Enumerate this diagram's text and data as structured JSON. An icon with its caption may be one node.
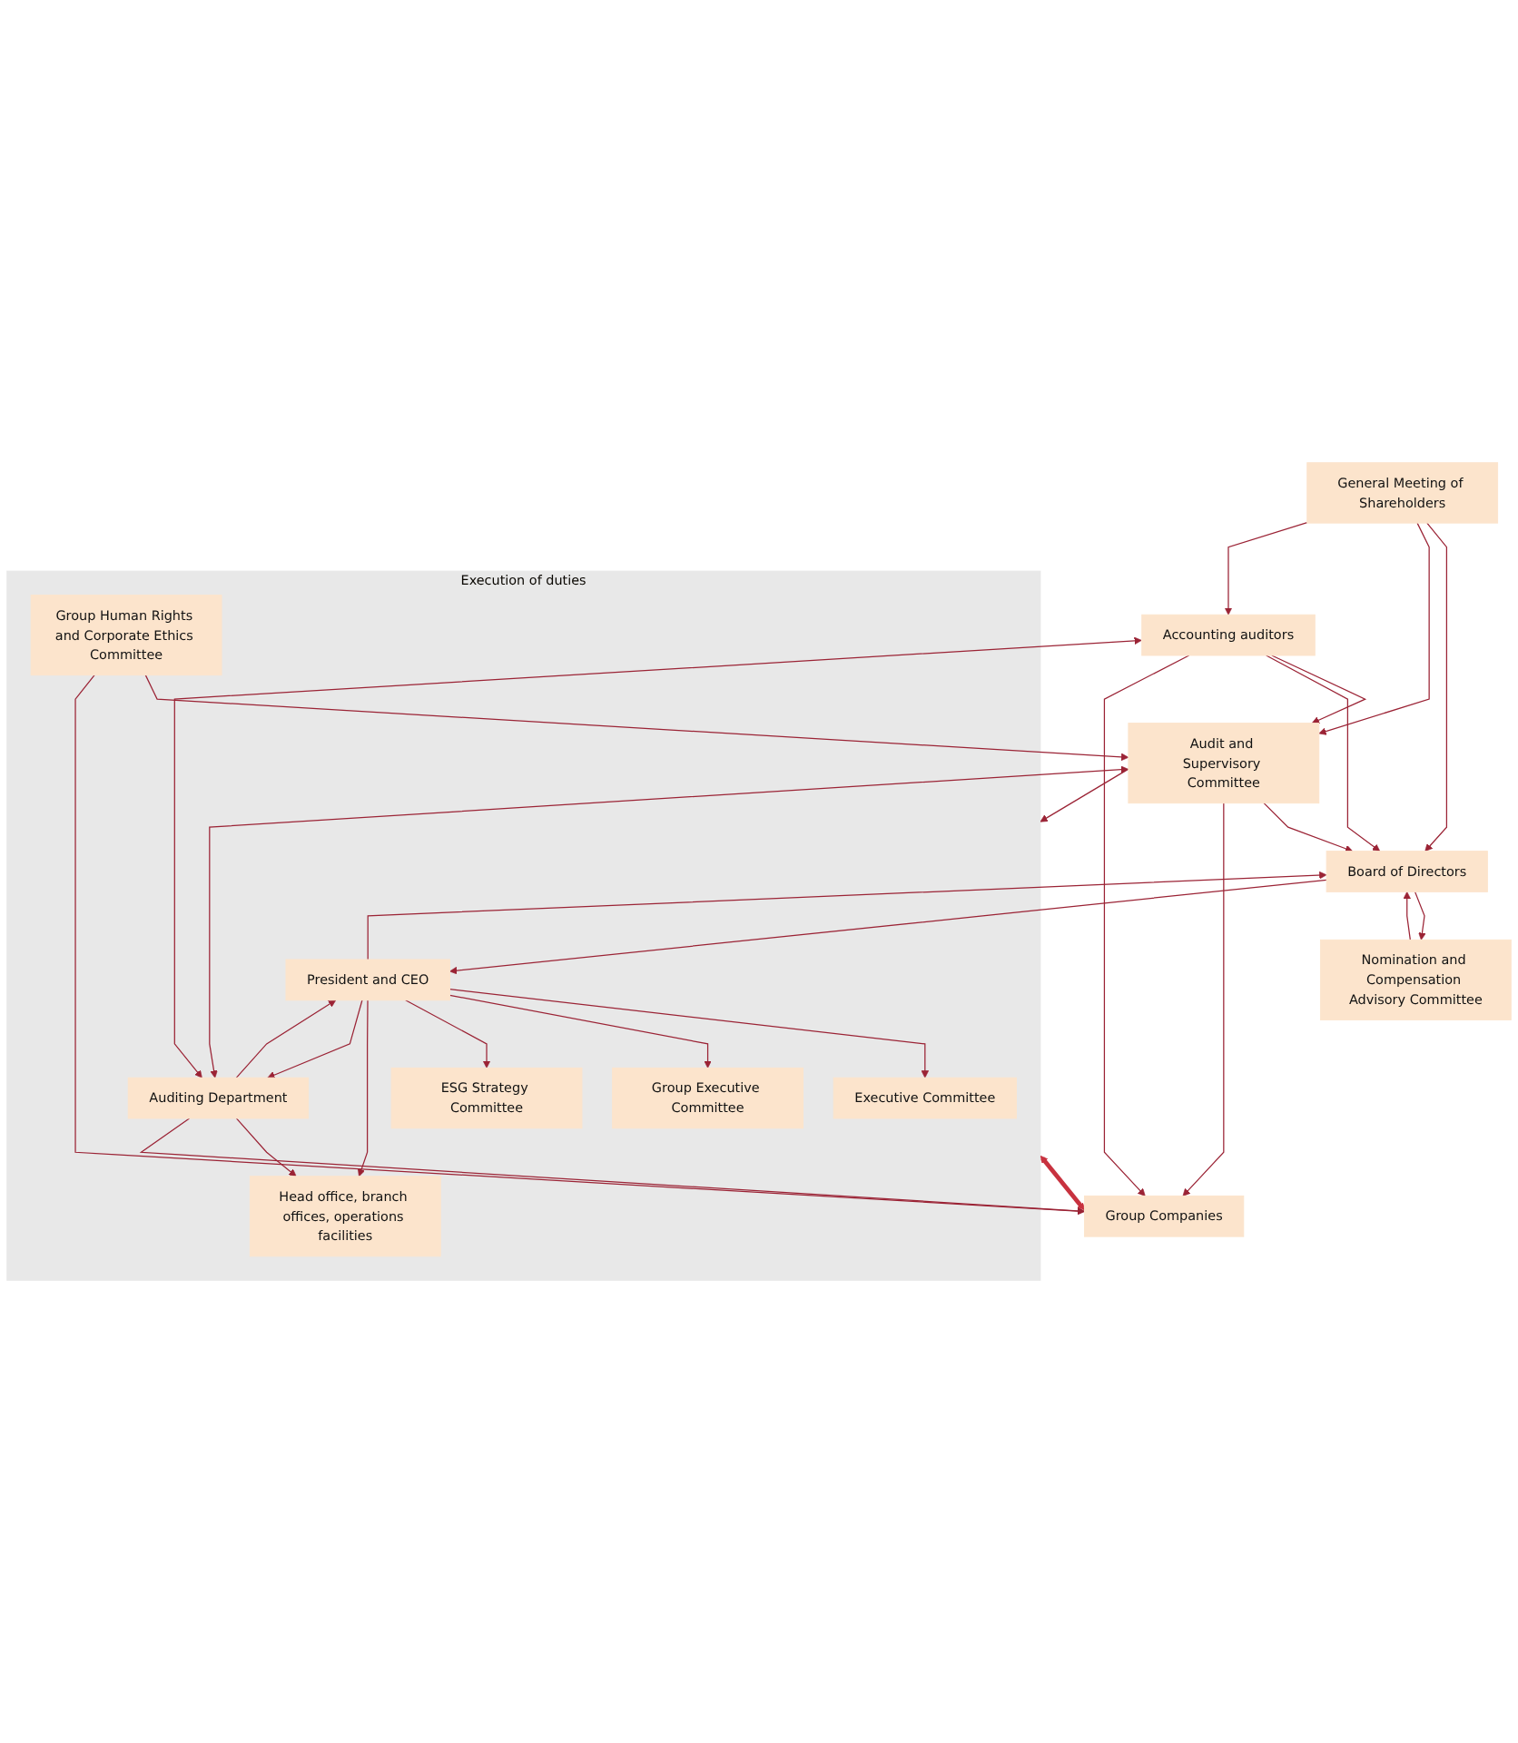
{
  "diagram": {
    "nodes": [
      {
        "text": [
          "General Meeting of Shareholders"
        ]
      },
      {
        "text": [
          "Nomination and Compensation Advisory Committee"
        ]
      },
      {
        "text": [
          "Board of Directors"
        ]
      },
      {
        "text": [
          "Audit and Supervisory Committee"
        ]
      },
      {
        "text": [
          "Execution of duties"
        ]
      },
      {
        "text": [
          "President and CEO"
        ],
        "in": 4
      },
      {
        "text": [
          "Executive Committee"
        ],
        "in": 4
      },
      {
        "text": [
          "Group Executive Committee"
        ],
        "in": 4
      },
      {
        "text": [
          "ESG Strategy Committee"
        ],
        "in": 4
      },
      {
        "text": [
          "Head office, branch offices, operations facilities"
        ],
        "in": 4
      },
      {
        "text": [
          "Auditing Department"
        ],
        "in": 4
      },
      {
        "text": [
          "Group Human Rights and Corporate Ethics Committee"
        ],
        "in": 4
      },
      {
        "text": [
          "Accounting auditors"
        ]
      },
      {
        "text": [
          "Group Companies"
        ]
      }
    ],
    "edges": [
      {
        "from": 0,
        "to": 2,
        "arrow": "to"
      },
      {
        "from": 0,
        "to": 3,
        "arrow": "to"
      },
      {
        "from": 0,
        "to": 12,
        "arrow": "to"
      },
      {
        "from": 1,
        "to": 2,
        "arrow": "to"
      },
      {
        "from": 2,
        "to": 1,
        "arrow": "to"
      },
      {
        "from": 3,
        "to": 2,
        "arrow": "to"
      },
      {
        "from": 12,
        "to": 3,
        "arrow": "to"
      },
      {
        "from": 12,
        "to": 2,
        "arrow": "to"
      },
      {
        "from": 2,
        "to": 5,
        "arrow": "to"
      },
      {
        "from": 5,
        "to": 2,
        "arrow": "to"
      },
      {
        "from": 3,
        "to": 4,
        "arrow": "to"
      },
      {
        "from": 5,
        "to": 6,
        "arrow": "to"
      },
      {
        "from": 5,
        "to": 7,
        "arrow": "to"
      },
      {
        "from": 5,
        "to": 8,
        "arrow": "to"
      },
      {
        "from": 5,
        "to": 9,
        "arrow": "to"
      },
      {
        "from": 5,
        "to": 10,
        "arrow": "to"
      },
      {
        "from": 10,
        "to": 5,
        "arrow": "to"
      },
      {
        "from": 10,
        "to": 9,
        "arrow": "to"
      },
      {
        "from": 3,
        "to": 10,
        "arrow": "both"
      },
      {
        "from": 12,
        "to": 10,
        "arrow": "both"
      },
      {
        "from": 11,
        "to": 3,
        "arrow": "to"
      },
      {
        "from": 3,
        "to": 13,
        "arrow": "to"
      },
      {
        "from": 10,
        "to": 13,
        "arrow": "to"
      },
      {
        "from": 11,
        "to": 13,
        "arrow": "to"
      },
      {
        "from": 12,
        "to": 13,
        "arrow": "to"
      },
      {
        "from": 4,
        "to": 13,
        "arrow": "both",
        "style": "thick",
        "color": "#c8323f"
      }
    ]
  }
}
